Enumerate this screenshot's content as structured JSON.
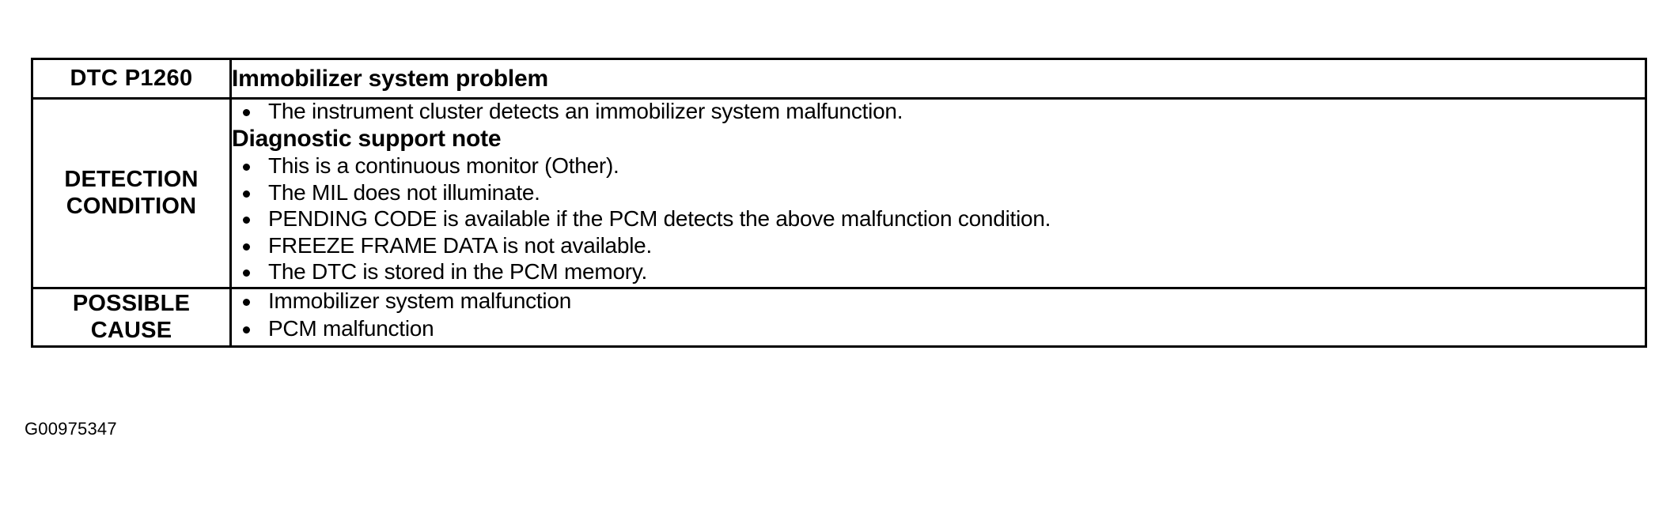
{
  "document": {
    "figure_id": "G00975347"
  },
  "table": {
    "rows": [
      {
        "label": "DTC P1260",
        "title": "Immobilizer system problem"
      },
      {
        "label_lines": [
          "DETECTION",
          "CONDITION"
        ],
        "intro_bullets": [
          "The instrument cluster detects an immobilizer system malfunction."
        ],
        "subheading": "Diagnostic support note",
        "bullets": [
          "This is a continuous monitor (Other).",
          "The MIL does not illuminate.",
          "PENDING CODE is available if the PCM detects the above malfunction condition.",
          "FREEZE FRAME DATA is not available.",
          "The DTC is stored in the PCM memory."
        ]
      },
      {
        "label_lines": [
          "POSSIBLE",
          "CAUSE"
        ],
        "bullets": [
          "Immobilizer system malfunction",
          "PCM malfunction"
        ]
      }
    ]
  },
  "colors": {
    "ink": "#000000",
    "paper": "#ffffff"
  }
}
